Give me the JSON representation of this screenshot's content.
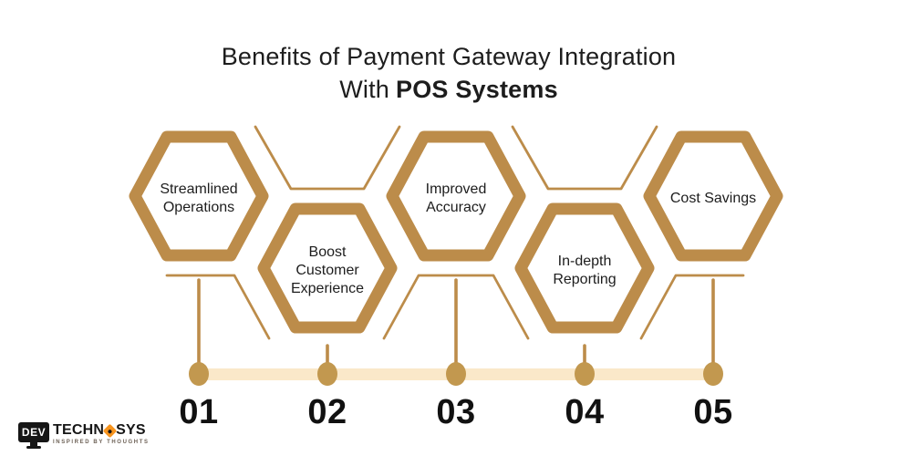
{
  "title": {
    "line1": "Benefits of Payment Gateway Integration",
    "line2_prefix": "With",
    "line2_bold": "POS Systems"
  },
  "benefits": [
    {
      "id": "01",
      "label": "Streamlined Operations"
    },
    {
      "id": "02",
      "label": "Boost Customer Experience"
    },
    {
      "id": "03",
      "label": "Improved Accuracy"
    },
    {
      "id": "04",
      "label": "In-depth Reporting"
    },
    {
      "id": "05",
      "label": "Cost Savings"
    }
  ],
  "timeline": {
    "milestones": [
      "01",
      "02",
      "03",
      "04",
      "05"
    ]
  },
  "logo": {
    "prefix": "DEV",
    "mid": "TECHN",
    "suffix": "SYS",
    "tagline": "INSPIRED BY THOUGHTS"
  },
  "colors": {
    "gold": "#BC8C4A",
    "gold_dot": "#C2984F",
    "bar": "#FAE8C9",
    "text": "#1D1D1D",
    "logo_orange": "#F7941E",
    "logo_black": "#161616",
    "background": "#FFFFFF"
  }
}
